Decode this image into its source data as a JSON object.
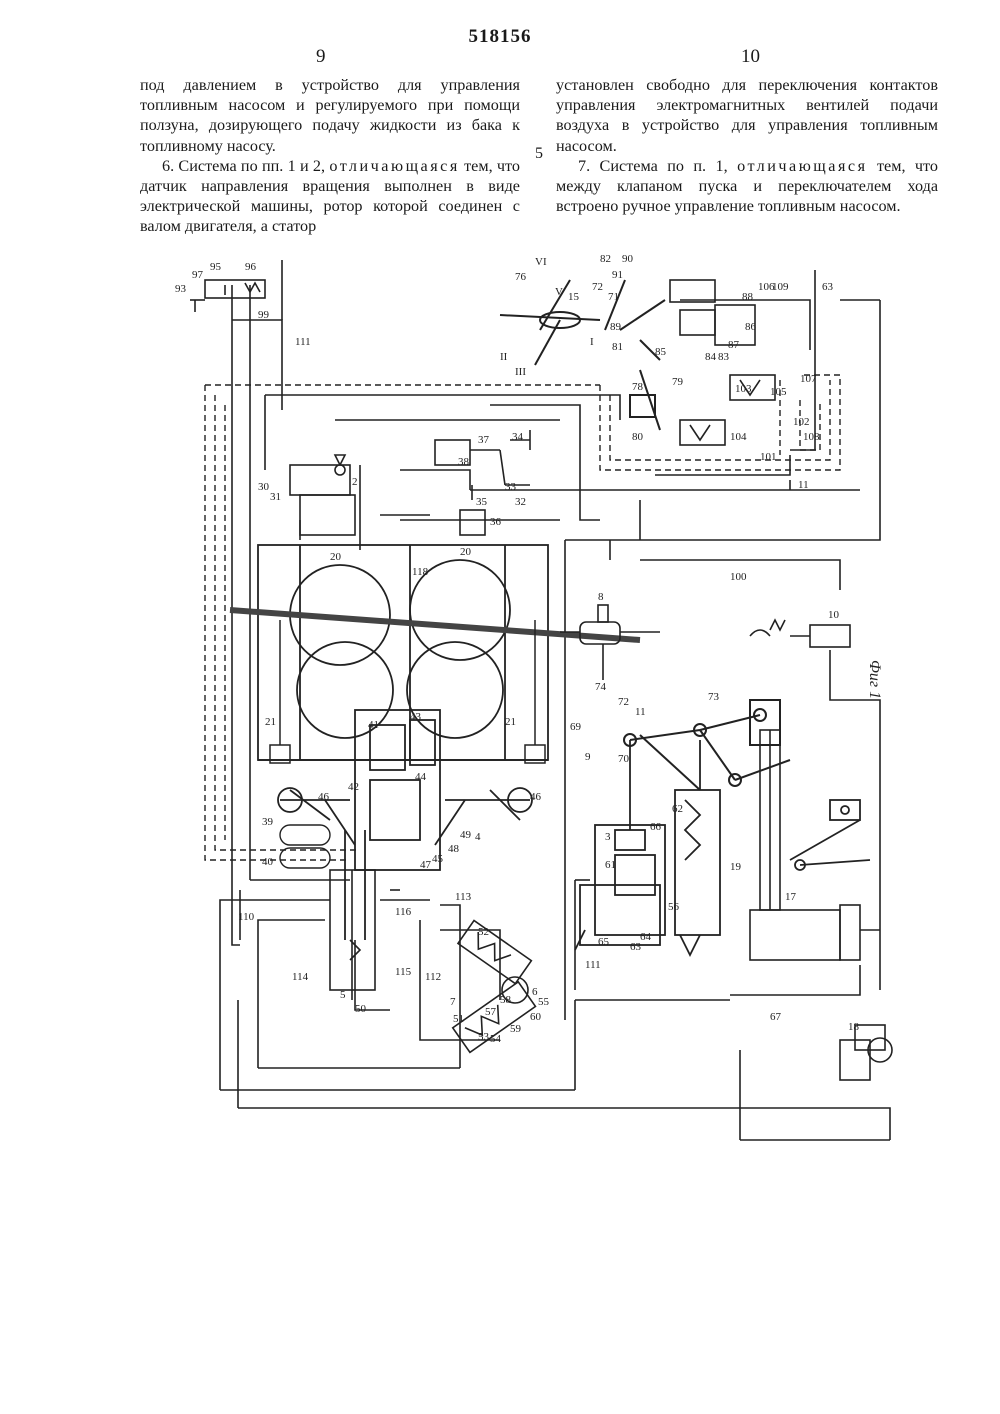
{
  "header": {
    "patent_number": "518156",
    "page_left": "9",
    "page_right": "10",
    "line_marker": "5"
  },
  "left_column": {
    "para1": "под давлением в устройство для управления топливным насосом и регулируемого при помощи ползуна, дозирующего подачу жидкости из бака к топливному насосу.",
    "para2_start": "6. Система по пп. 1 и 2,",
    "para2_spaced": "отличающаяся",
    "para2_rest": "тем, что датчик направления вращения выполнен в виде электрической машины, ротор которой соединен с валом двигателя, а статор"
  },
  "right_column": {
    "para1": "установлен свободно для переключения контактов управления электромагнитных вентилей подачи воздуха в устройство для управления топливным насосом.",
    "para2_start": "7. Система по п. 1,",
    "para2_spaced": "отличающаяся",
    "para2_rest": "тем, что между клапаном пуска и переключателем хода встроено ручное управление топливным насосом."
  },
  "figure": {
    "caption": "Фиг 1",
    "labels": [
      "93",
      "97",
      "95",
      "96",
      "99",
      "111",
      "76",
      "V",
      "VI",
      "15",
      "II",
      "III",
      "I",
      "90",
      "91",
      "82",
      "72",
      "71",
      "89",
      "81",
      "85",
      "78",
      "79",
      "80",
      "84",
      "83",
      "88",
      "86",
      "87",
      "106",
      "109",
      "107",
      "103",
      "105",
      "104",
      "102",
      "108",
      "63",
      "11",
      "101",
      "37",
      "38",
      "34",
      "31",
      "32",
      "33",
      "35",
      "36",
      "30",
      "2",
      "118",
      "20",
      "20",
      "21",
      "21",
      "8",
      "100",
      "10",
      "74",
      "72",
      "11",
      "73",
      "69",
      "9",
      "70",
      "43",
      "44",
      "42",
      "41",
      "46",
      "46",
      "4",
      "39",
      "40",
      "45",
      "47",
      "48",
      "49",
      "3",
      "62",
      "61",
      "66",
      "65",
      "64",
      "63",
      "56",
      "111",
      "19",
      "17",
      "67",
      "18",
      "110",
      "113",
      "116",
      "114",
      "115",
      "112",
      "52",
      "5",
      "50",
      "7",
      "51",
      "58",
      "57",
      "53",
      "54",
      "59",
      "60",
      "55",
      "6"
    ]
  }
}
